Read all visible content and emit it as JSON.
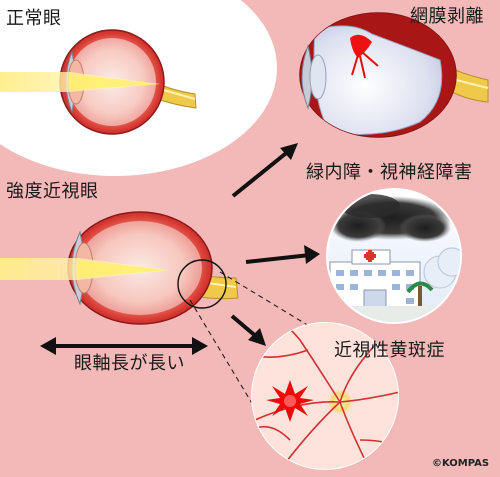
{
  "labels": {
    "normal_eye": "正常眼",
    "retinal_detachment": "網膜剥離",
    "high_myopia": "強度近視眼",
    "glaucoma_cataract": "緑内障・視神経障害",
    "myopic_maculopathy": "近視性黄斑症",
    "axial_length_long": "眼軸長が長い",
    "credit": "©KOMPAS"
  },
  "colors": {
    "background": "#f3b8b8",
    "sclera": "#cf2a2a",
    "vitreous": "#f4f0ee",
    "lens": "#f4b7a4",
    "light_beam": "#fff3a0",
    "optic_nerve": "#f0c84a",
    "arrow": "#111111",
    "hemorrhage": "#ee0000",
    "vessel": "#d43030",
    "dark_cloud": "#333333"
  }
}
